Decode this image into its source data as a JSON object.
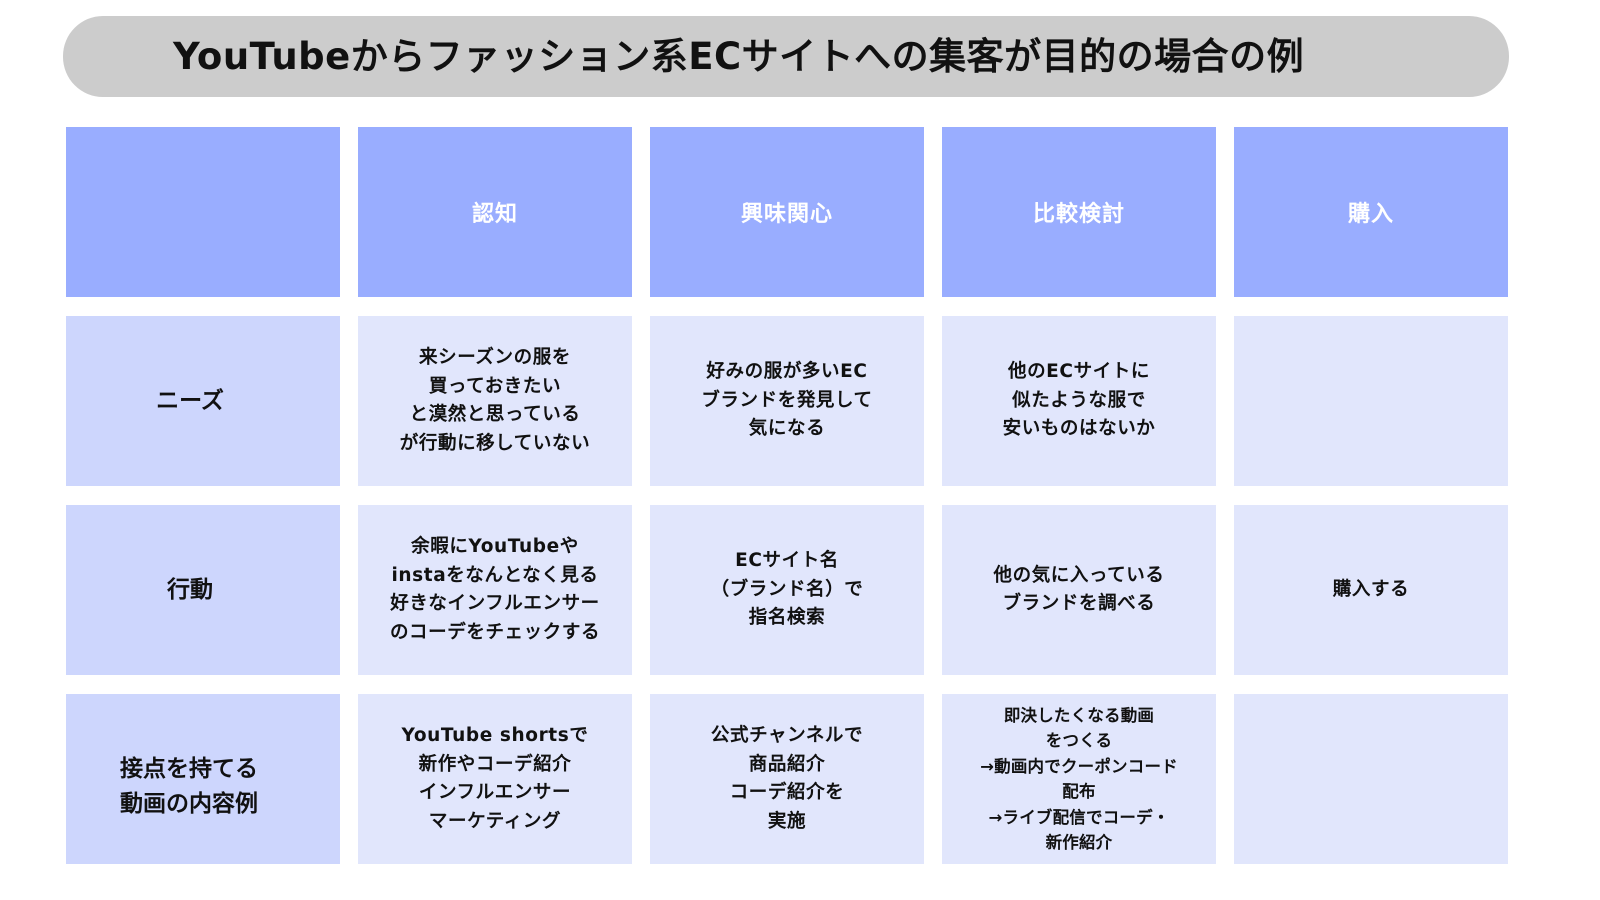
{
  "title": "YouTubeからファッション系ECサイトへの集客が目的の場合の例",
  "colors": {
    "title_bar": "#cccccc",
    "header_cell": "#99adff",
    "row_label_cell": "#cdd6fd",
    "body_cell": "#e1e6fc",
    "header_text": "#ffffff",
    "body_text": "#111111"
  },
  "columns": {
    "corner": "",
    "stage_1": "認知",
    "stage_2": "興味関心",
    "stage_3": "比較検討",
    "stage_4": "購入"
  },
  "rows": {
    "needs": {
      "label": "ニーズ",
      "stage_1": [
        "来シーズンの服を",
        "買っておきたい",
        "と漠然と思っている",
        "が行動に移していない"
      ],
      "stage_2": [
        "好みの服が多いEC",
        "ブランドを発見して",
        "気になる"
      ],
      "stage_3": [
        "他のECサイトに",
        "似たような服で",
        "安いものはないか"
      ],
      "stage_4": []
    },
    "action": {
      "label": "行動",
      "stage_1": [
        "余暇にYouTubeや",
        "instaをなんとなく見る",
        "好きなインフルエンサー",
        "のコーデをチェックする"
      ],
      "stage_2": [
        "ECサイト名",
        "（ブランド名）で",
        "指名検索"
      ],
      "stage_3": [
        "他の気に入っている",
        "ブランドを調べる"
      ],
      "stage_4": [
        "購入する"
      ]
    },
    "content": {
      "label_lines": [
        "接点を持てる",
        "動画の内容例"
      ],
      "stage_1": [
        "YouTube shortsで",
        "新作やコーデ紹介",
        "インフルエンサー",
        "マーケティング"
      ],
      "stage_2": [
        "公式チャンネルで",
        "商品紹介",
        "コーデ紹介を",
        "実施"
      ],
      "stage_3": [
        "即決したくなる動画",
        "をつくる",
        "→動画内でクーポンコード",
        "配布",
        "→ライブ配信でコーデ・",
        "新作紹介"
      ],
      "stage_4": []
    }
  }
}
